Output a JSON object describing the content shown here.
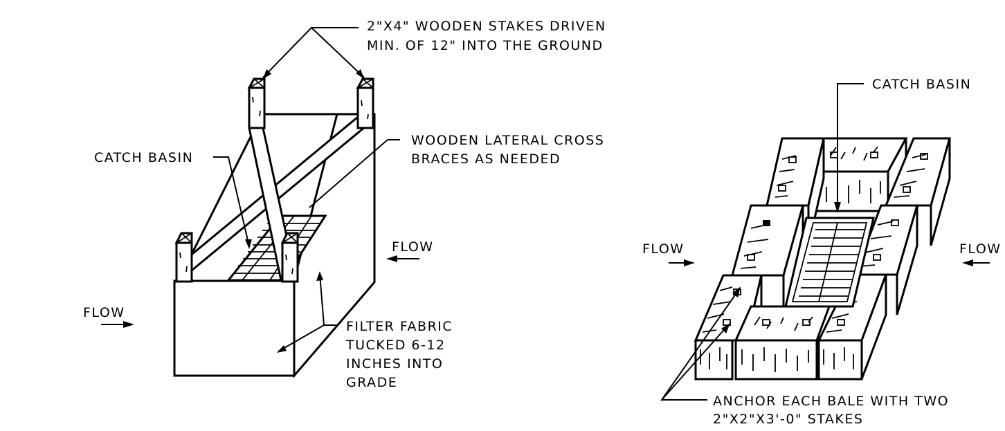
{
  "left_figure": {
    "stakes_note": [
      "2\"X4\" WOODEN STAKES DRIVEN",
      "MIN. OF 12\" INTO THE GROUND"
    ],
    "cross_brace_note": [
      "WOODEN LATERAL CROSS",
      "BRACES AS NEEDED"
    ],
    "catch_basin_label": "CATCH BASIN",
    "flow_upper": "FLOW",
    "flow_lower": "FLOW",
    "filter_fabric_note": [
      "FILTER FABRIC",
      "TUCKED 6-12",
      "INCHES INTO",
      "GRADE"
    ]
  },
  "right_figure": {
    "catch_basin_label": "CATCH BASIN",
    "flow_left": "FLOW",
    "flow_right": "FLOW",
    "anchor_note": [
      "ANCHOR EACH BALE WITH TWO",
      "2\"X2\"X3'-0\" STAKES"
    ]
  }
}
